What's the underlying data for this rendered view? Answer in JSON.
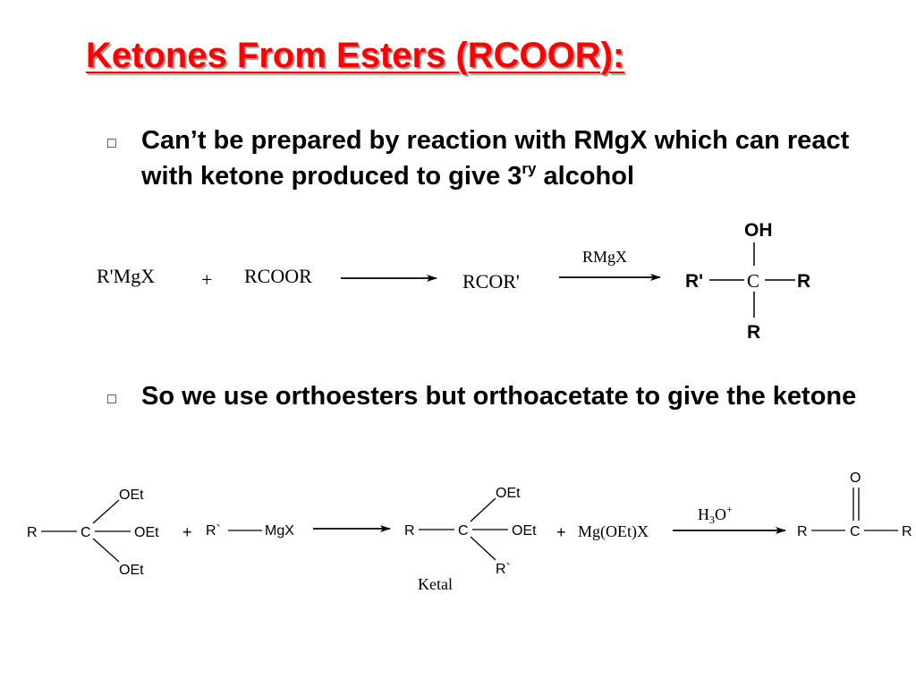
{
  "slide": {
    "title": "Ketones  From Esters (RCOOR):",
    "bullet_marker": "□",
    "bullets": [
      {
        "text_before": "Can’t be prepared by reaction with RMgX which can react with ketone produced to give 3",
        "superscript": "ry",
        "text_after": " alcohol"
      },
      {
        "text": "So we use orthoesters but orthoacetate to give the ketone"
      }
    ]
  },
  "scheme1": {
    "reactant1": "R'MgX",
    "plus": "+",
    "reactant2": "RCOOR",
    "intermediate": "RCOR'",
    "reagent": "RMgX",
    "product": {
      "top": "OH",
      "left": "R'",
      "center": "C",
      "right": "R",
      "bottom": "R"
    }
  },
  "scheme2": {
    "orthoester": {
      "left": "R",
      "center": "C",
      "top": "OEt",
      "right": "OEt",
      "bottom": "OEt"
    },
    "plus1": "+",
    "grignard": {
      "r": "R`",
      "mgx": "MgX"
    },
    "ketal": {
      "left": "R",
      "center": "C",
      "top": "OEt",
      "right": "OEt",
      "bottom": "R`",
      "caption": "Ketal"
    },
    "plus2": "+",
    "byproduct": "Mg(OEt)X",
    "reagent": {
      "base": "H",
      "sub": "3",
      "mid": "O",
      "sup": "+"
    },
    "ketone": {
      "left": "R",
      "center": "C",
      "top": "O",
      "right": "R"
    }
  }
}
